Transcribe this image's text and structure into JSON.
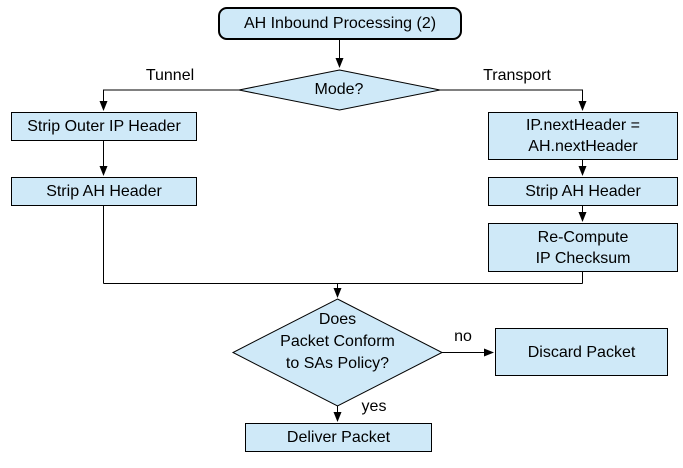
{
  "diagram_title": "AH Inbound Processing (2)",
  "nodes": {
    "start": "AH Inbound Processing (2)",
    "mode_decision": "Mode?",
    "strip_outer_ip": "Strip Outer IP Header",
    "strip_ah_left": "Strip AH Header",
    "set_next_header": [
      "IP.nextHeader =",
      "AH.nextHeader"
    ],
    "strip_ah_right": "Strip AH Header",
    "recompute_checksum": [
      "Re-Compute",
      "IP Checksum"
    ],
    "policy_decision": [
      "Does",
      "Packet Conform",
      "to SAs Policy?"
    ],
    "discard": "Discard Packet",
    "deliver": "Deliver Packet"
  },
  "edge_labels": {
    "tunnel": "Tunnel",
    "transport": "Transport",
    "no": "no",
    "yes": "yes"
  },
  "colors": {
    "node_fill": "#cfe9f8",
    "node_border": "#000000",
    "connector": "#000000",
    "text": "#000000",
    "background": "#ffffff"
  }
}
